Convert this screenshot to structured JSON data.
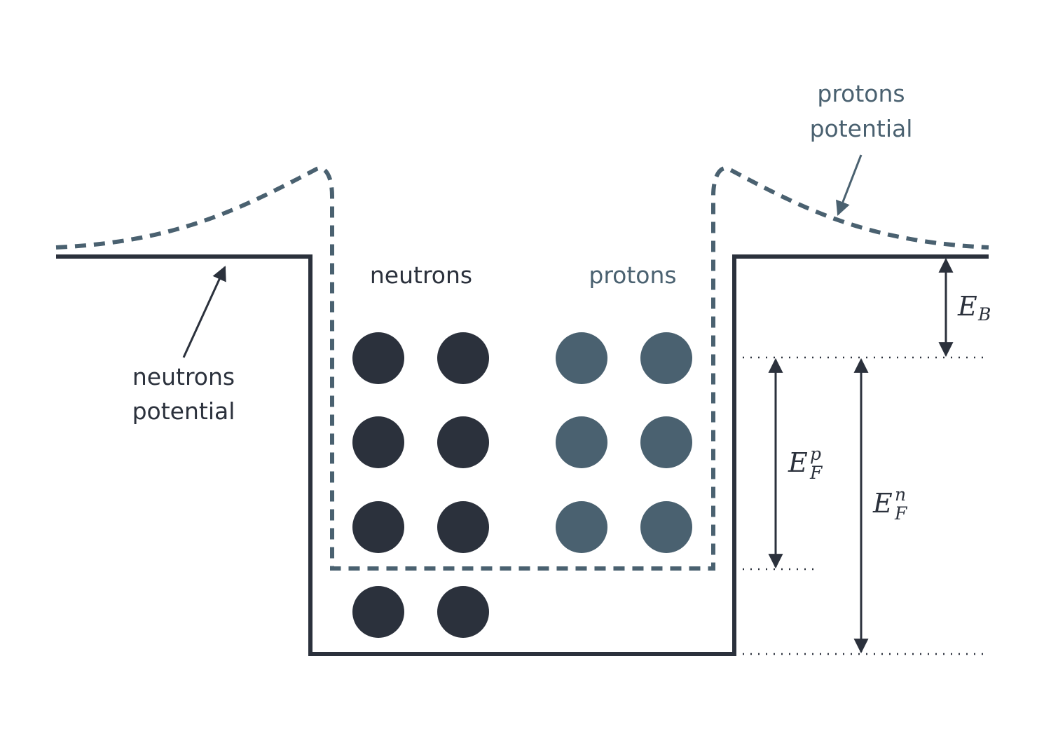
{
  "colors": {
    "neutron": "#2b313c",
    "proton": "#4a6170",
    "background": "#ffffff"
  },
  "labels": {
    "neutrons": "neutrons",
    "protons": "protons",
    "neutrons_potential_line1": "neutrons",
    "neutrons_potential_line2": "potential",
    "protons_potential_line1": "protons",
    "protons_potential_line2": "potential"
  },
  "energies": {
    "binding": {
      "base": "E",
      "sub": "B"
    },
    "fermi_proton": {
      "base": "E",
      "sup": "p",
      "sub": "F"
    },
    "fermi_neutron": {
      "base": "E",
      "sup": "n",
      "sub": "F"
    }
  },
  "particles": {
    "neutron_count": 8,
    "proton_count": 6
  }
}
